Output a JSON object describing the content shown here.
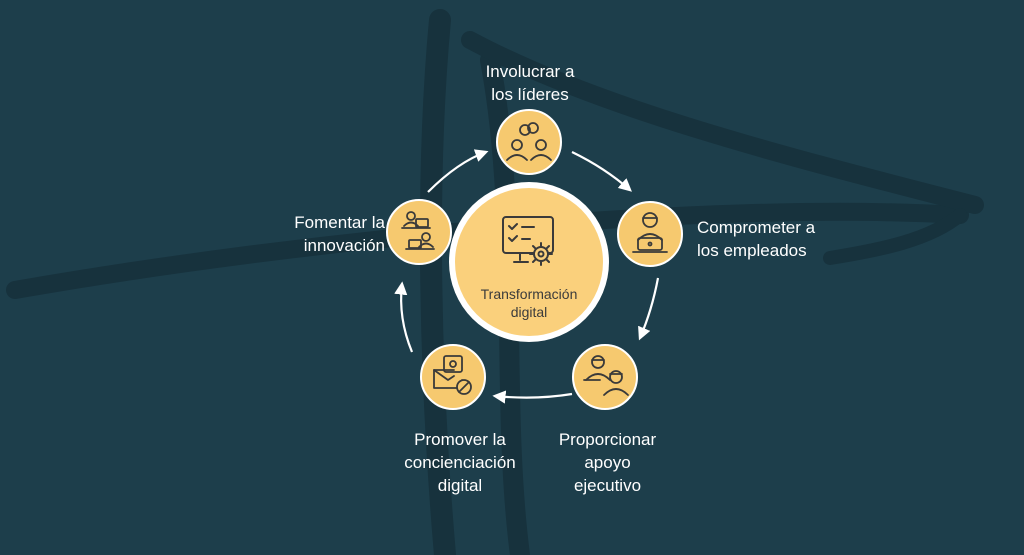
{
  "colors": {
    "background": "#1d3e4b",
    "watermark": "#17323d",
    "node_fill": "#f6c96f",
    "center_fill": "#fad07c",
    "ring": "#ffffff",
    "icon_stroke": "#3a3a3a",
    "text": "#ffffff",
    "center_text": "#3b3b3b"
  },
  "center": {
    "label": "Transformación\ndigital",
    "icon": "monitor-checklist-gear-icon"
  },
  "nodes": [
    {
      "id": "lideres",
      "label": "Involucrar a\nlos líderes",
      "icon": "leaders-handshake-icon"
    },
    {
      "id": "empleados",
      "label": "Comprometer a\nlos empleados",
      "icon": "employee-laptop-icon"
    },
    {
      "id": "apoyo",
      "label": "Proporcionar\napoyo\nejecutivo",
      "icon": "executive-support-icon"
    },
    {
      "id": "concienciacion",
      "label": "Promover la\nconcienciación\ndigital",
      "icon": "security-awareness-icon"
    },
    {
      "id": "innovacion",
      "label": "Fomentar la\ninnovación",
      "icon": "innovation-team-icon"
    }
  ]
}
